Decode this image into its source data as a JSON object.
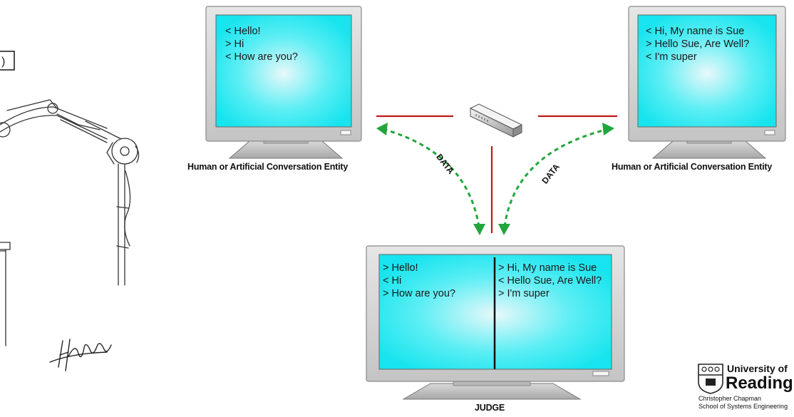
{
  "left_monitor": {
    "lines": [
      "< Hello!",
      "> Hi",
      "< How are you?"
    ],
    "caption": "Human or Artificial Conversation Entity"
  },
  "right_monitor": {
    "lines": [
      "< Hi, My name is Sue",
      "> Hello Sue, Are Well?",
      "< I'm super"
    ],
    "caption": "Human or Artificial Conversation Entity"
  },
  "judge_monitor": {
    "left_lines": [
      "> Hello!",
      "< Hi",
      "> How are you?"
    ],
    "right_lines": [
      "> Hi, My name is Sue",
      "< Hello Sue, Are Well?",
      "> I'm super"
    ],
    "caption": "JUDGE"
  },
  "arrows": {
    "left_label": "DATA",
    "right_label": "DATA"
  },
  "university": {
    "line1": "University of",
    "line2": "Reading",
    "author": "Christopher Chapman",
    "school": "School of Systems Engineering"
  },
  "sketch": {
    "box_text": ")"
  },
  "colors": {
    "screen": "#19e6f0",
    "screen_highlight": "#e8f8fa",
    "bezel": "#d2d2d2",
    "cable": "#c01818",
    "arrow": "#22a63c"
  }
}
